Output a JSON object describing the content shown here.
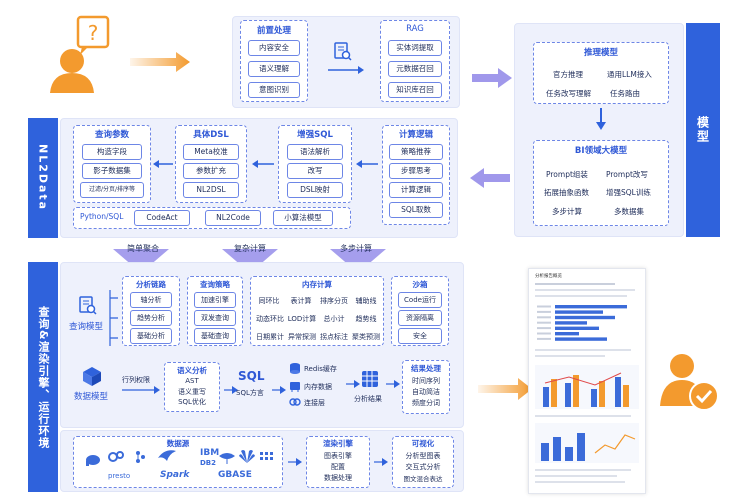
{
  "top": {
    "preprocess": {
      "title": "前置处理",
      "items": [
        "内容安全",
        "语义理解",
        "意图识别"
      ]
    },
    "rag": {
      "title": "RAG",
      "items": [
        "实体词提取",
        "元数据召回",
        "知识库召回"
      ]
    }
  },
  "model": {
    "label": "模型",
    "inference": {
      "title": "推理模型",
      "items": [
        "官方推理",
        "通用LLM接入",
        "任务改写理解",
        "任务路由"
      ]
    },
    "bi": {
      "title": "BI领域大模型",
      "items": [
        "Prompt组装",
        "Prompt改写",
        "拓展抽象函数",
        "增强SQL训练",
        "多步计算",
        "多数据集"
      ]
    }
  },
  "nl2data": {
    "label": "NL2Data",
    "query_params": {
      "title": "查询参数",
      "items": [
        "构造字段",
        "影子数据集",
        "过滤/分页/排序等"
      ]
    },
    "dsl": {
      "title": "具体DSL",
      "items": [
        "Meta校准",
        "参数扩充",
        "NL2DSL"
      ]
    },
    "enh_sql": {
      "title": "增强SQL",
      "items": [
        "语法解析",
        "改写",
        "DSL映射"
      ]
    },
    "calc_logic": {
      "title": "计算逻辑",
      "items": [
        "策略推荐",
        "步骤思考",
        "计算逻辑",
        "SQL取数"
      ]
    },
    "python_label": "Python/SQL",
    "bottom": [
      "CodeAct",
      "NL2Code",
      "小算法模型"
    ]
  },
  "arrows": [
    "简单聚合",
    "复杂计算",
    "多步计算"
  ],
  "engine": {
    "label": "查询&渲染引擎、运行环境",
    "query_model": "查询模型",
    "data_model": "数据模型",
    "analysis": {
      "title": "分析链路",
      "items": [
        "轴分析",
        "趋势分析",
        "基础分析"
      ]
    },
    "strategy": {
      "title": "查询策略",
      "items": [
        "加速引擎",
        "双发查询",
        "基础查询"
      ]
    },
    "memcalc": {
      "title": "内存计算",
      "rows": [
        [
          "同环比",
          "表计算",
          "排序分页",
          "辅助线"
        ],
        [
          "动态环比",
          "LOD计算",
          "总小计",
          "趋势线"
        ],
        [
          "日期累计",
          "异常探测",
          "拐点标注",
          "聚类预测"
        ]
      ]
    },
    "sandbox": {
      "title": "沙箱",
      "items": [
        "Code运行",
        "资源隔离",
        "安全"
      ]
    },
    "row_perm": "行列权限",
    "semantic": {
      "title": "语义分析",
      "items": [
        "AST",
        "语义重写",
        "SQL优化"
      ]
    },
    "sql": {
      "title": "SQL",
      "sub": "SQL方言"
    },
    "cache": [
      "Redis缓存",
      "内存数据",
      "连接层"
    ],
    "result": "分析结果",
    "post": {
      "title": "结果处理",
      "items": [
        "时间序列",
        "自动简洁",
        "频度分词"
      ]
    },
    "datasource": {
      "title": "数据源",
      "logos": [
        "presto",
        "Spark",
        "IBM DB2",
        "GBASE"
      ]
    },
    "render": {
      "title": "渲染引擎",
      "items": [
        "图表引擎",
        "配置",
        "数据处理"
      ]
    },
    "viz": {
      "title": "可视化",
      "items": [
        "分析型图表",
        "交互式分析",
        "图文混合表达"
      ]
    }
  },
  "report": {
    "heading": "分析报告概览",
    "bars": [
      0.9,
      0.6,
      0.75,
      0.4,
      0.55,
      0.3,
      0.65
    ]
  },
  "colors": {
    "accent": "#2f62dc",
    "orange": "#f39a2e",
    "panel": "#eef1fc",
    "arrow_purple": "#8f86e8"
  }
}
